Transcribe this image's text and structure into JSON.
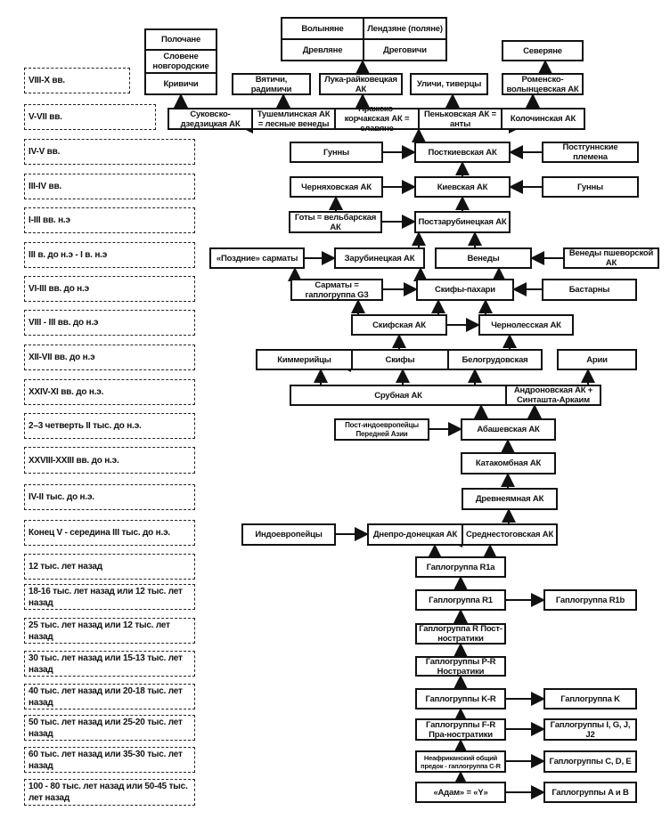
{
  "periods": [
    "VIII-X вв.",
    "V-VII вв.",
    "IV-V вв.",
    "III-IV вв.",
    "I-III вв. н.э",
    "III в. до н.э - I в. н.э",
    "VI-III вв. до н.э",
    "VIII - III вв. до н.э",
    "XII-VII вв. до н.э",
    "XXIV-XI вв. до н.э.",
    "2–3 четверть II тыс. до н.э.",
    "XXVIII-XXIII вв. до н.э.",
    "IV-II тыс. до н.э.",
    "Конец V - середина III тыс. до н.э.",
    "12 тыс. лет назад",
    "18-16 тыс. лет назад или 12 тыс. лет назад",
    "25 тыс. лет назад или 12 тыс. лет назад",
    "30 тыс. лет назад или 15-13 тыс. лет назад",
    "40 тыс. лет назад или 20-18 тыс. лет назад",
    "50 тыс. лет назад или 25-20 тыс. лет назад",
    "60 тыс. лет назад или 35-30 тыс. лет назад",
    "100 - 80 тыс. лет назад или 50-45 тыс. лет назад"
  ],
  "nodes": {
    "polochane": "Полочане",
    "slovene": "Словене новгородские",
    "krivichi": "Кривичи",
    "volynyane": "Волыняне",
    "lendzyane": "Лендзяне (поляне)",
    "drevlyane": "Древляне",
    "dregovichi": "Дреговичи",
    "severyane": "Северяне",
    "vyatichi": "Вятичи, радимичи",
    "luka": "Лука-райковецкая АК",
    "ulichi": "Уличи, тиверцы",
    "romensko": "Роменско-волынцевская АК",
    "sukovsko": "Суковско-дзедзицкая АК",
    "tushemlya": "Тушемлинская АК = лесные венеды",
    "prazhsko": "Пражско-корчакская АК = славяне",
    "penkovka": "Пеньковская АК = анты",
    "kolochin": "Колочинская АК",
    "gunny1": "Гунны",
    "postkiev": "Посткиевская АК",
    "postgunn": "Постгуннские племена",
    "chernyakhov": "Черняховская АК",
    "kiev": "Киевская АК",
    "gunny2": "Гунны",
    "goty": "Готы = вельбарская АК",
    "postzarub": "Постзарубинецкая АК",
    "pozdnie": "«Поздние» сарматы",
    "zarub": "Зарубинецкая АК",
    "venedy": "Венеды",
    "venedy_psh": "Венеды пшеворской АК",
    "sarmaty": "Сарматы = гаплогруппа G3",
    "skify_pahari": "Скифы-пахари",
    "bastarny": "Бастарны",
    "skif_ak": "Скифская АК",
    "chernoles": "Чернолесская АК",
    "kimmer": "Киммерийцы",
    "skify": "Скифы",
    "belogrud": "Белогрудовская",
    "arii": "Арии",
    "srub": "Срубная АК",
    "andronov": "Андроновская АК + Синташта-Аркаим",
    "postindo": "Пост-индоевропейцы Передней Азии",
    "abashev": "Абашевская АК",
    "katakomb": "Катакомбная АК",
    "drevneyam": "Древнеямная АК",
    "indoevr": "Индоевропейцы",
    "dnepr": "Днепро-донецкая АК",
    "srednestog": "Среднестоговская АК",
    "r1a": "Гаплогруппа R1a",
    "r1": "Гаплогруппа R1",
    "r1b": "Гаплогруппа R1b",
    "r": "Гаплогруппа R Пост-ностратики",
    "pr": "Гаплогруппы P-R Ностратики",
    "kr": "Гаплогруппы K-R",
    "k": "Гаплогруппа K",
    "fr": "Гаплогруппы F-R Пра-ностратики",
    "igj": "Гаплогруппы I, G, J, J2",
    "cr": "Неафриканский общий предок - гаплогруппа C-R",
    "cde": "Гаплогруппы C, D, E",
    "adam": "«Адам» = «Y»",
    "ab": "Гаплогруппы A и B"
  }
}
